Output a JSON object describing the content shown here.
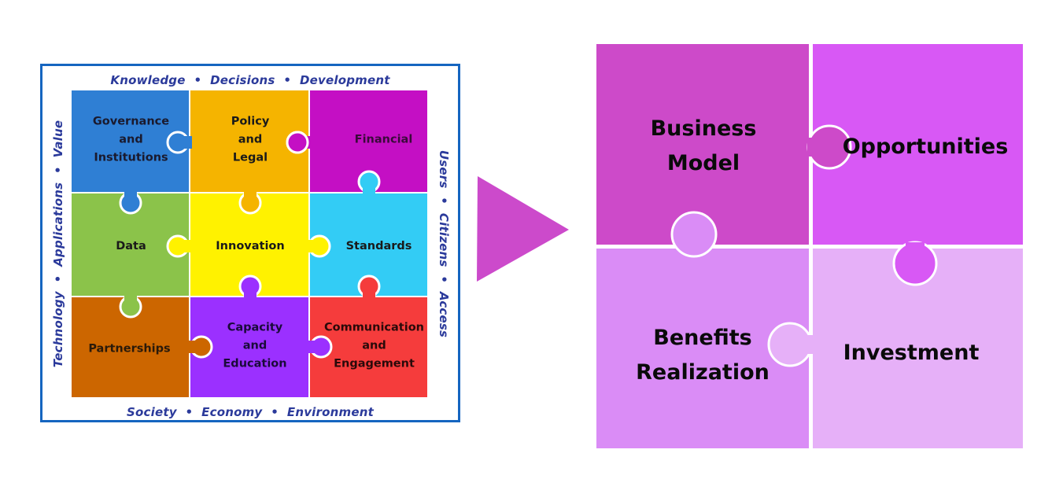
{
  "left_diagram": {
    "frame_color": "#1565C0",
    "label_color": "#2B3A9B",
    "top_label": "Knowledge  •  Decisions  •  Development",
    "bottom_label": "Society  •  Economy  •  Environment",
    "left_label": "Technology  •  Applications  •  Value",
    "right_label": "Users  •  Citizens  •  Access",
    "pieces": [
      {
        "id": "governance",
        "lines": [
          "Governance",
          "and",
          "Institutions"
        ],
        "color": "#2F7FD4",
        "text_color": "#1A1A2E"
      },
      {
        "id": "policy",
        "lines": [
          "Policy",
          "and",
          "Legal"
        ],
        "color": "#F5B400",
        "text_color": "#1A1A1A"
      },
      {
        "id": "financial",
        "lines": [
          "Financial"
        ],
        "color": "#C40FC4",
        "text_color": "#3A0A3A"
      },
      {
        "id": "data",
        "lines": [
          "Data"
        ],
        "color": "#8BC34A",
        "text_color": "#1A1A1A"
      },
      {
        "id": "innovation",
        "lines": [
          "Innovation"
        ],
        "color": "#FFF200",
        "text_color": "#1A1A1A"
      },
      {
        "id": "standards",
        "lines": [
          "Standards"
        ],
        "color": "#33CCF5",
        "text_color": "#1A1A1A"
      },
      {
        "id": "partnerships",
        "lines": [
          "Partnerships"
        ],
        "color": "#CC6600",
        "text_color": "#2A1A0A"
      },
      {
        "id": "capacity",
        "lines": [
          "Capacity",
          "and",
          "Education"
        ],
        "color": "#9B30FF",
        "text_color": "#1A0A3A"
      },
      {
        "id": "communication",
        "lines": [
          "Communication",
          "and",
          "Engagement"
        ],
        "color": "#F53C3C",
        "text_color": "#2A0A0A"
      }
    ]
  },
  "arrow": {
    "color": "#CC4ACB",
    "icon": "play-triangle-icon"
  },
  "right_diagram": {
    "pieces": [
      {
        "id": "business-model",
        "lines": [
          "Business",
          "Model"
        ],
        "color": "#CD4AC9"
      },
      {
        "id": "opportunities",
        "lines": [
          "Opportunities"
        ],
        "color": "#D858F5"
      },
      {
        "id": "benefits-realization",
        "lines": [
          "Benefits",
          "Realization"
        ],
        "color": "#DA8CF6"
      },
      {
        "id": "investment",
        "lines": [
          "Investment"
        ],
        "color": "#E6B0F8"
      }
    ],
    "text_color": "#0A0A0A"
  }
}
